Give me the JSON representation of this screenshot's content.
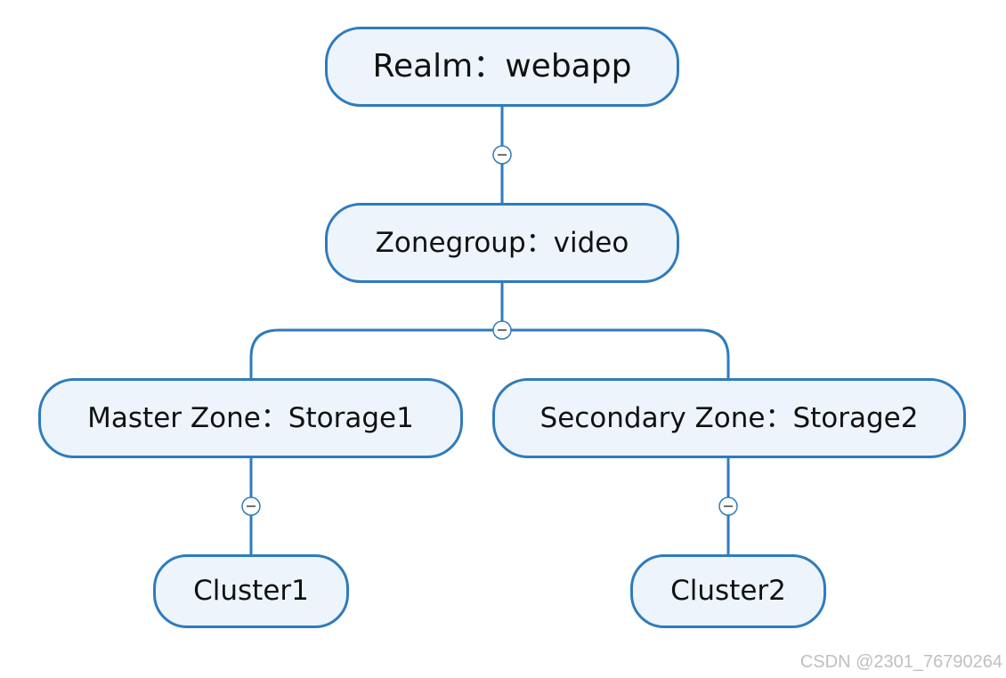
{
  "diagram": {
    "colors": {
      "line": "#2f7bbd",
      "node_fill": "#edf4fb",
      "node_border": "#2f7bbd",
      "text": "#111111",
      "collapse_icon_fill": "#ffffff",
      "collapse_icon_stroke": "#2f7bbd"
    },
    "nodes": {
      "realm": "Realm：webapp",
      "zonegroup": "Zonegroup：video",
      "master_zone": "Master Zone：Storage1",
      "secondary_zone": "Secondary Zone：Storage2",
      "cluster1": "Cluster1",
      "cluster2": "Cluster2"
    },
    "icons": {
      "collapse": "minus-circle-icon"
    }
  },
  "watermark": {
    "text": "CSDN @2301_76790264"
  }
}
